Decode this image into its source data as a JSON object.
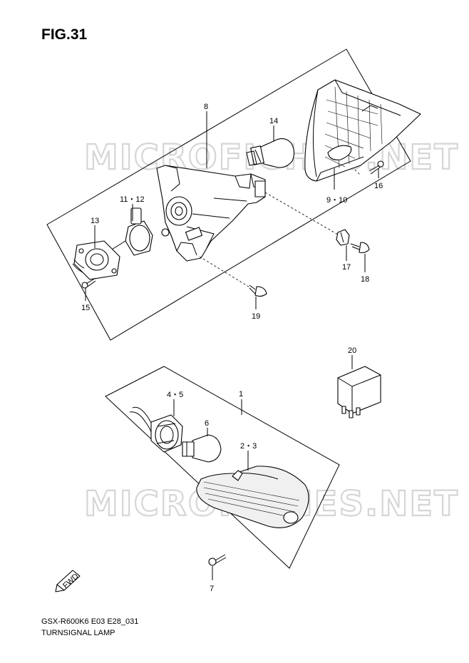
{
  "figure": {
    "title": "FIG.31"
  },
  "watermarks": [
    "MICROFICHES.NET",
    "MICROFICHES.NET"
  ],
  "callouts": {
    "c1": "1",
    "c2_3": "2・3",
    "c4_5": "4・5",
    "c6": "6",
    "c7": "7",
    "c8": "8",
    "c9_10": "9・10",
    "c11_12": "11・12",
    "c13": "13",
    "c14": "14",
    "c15": "15",
    "c16": "16",
    "c17": "17",
    "c18": "18",
    "c19": "19",
    "c20": "20"
  },
  "direction_badge": "FWD",
  "footer": {
    "code": "GSX-R600K6 E03 E28_031",
    "name": "TURNSIGNAL LAMP"
  }
}
